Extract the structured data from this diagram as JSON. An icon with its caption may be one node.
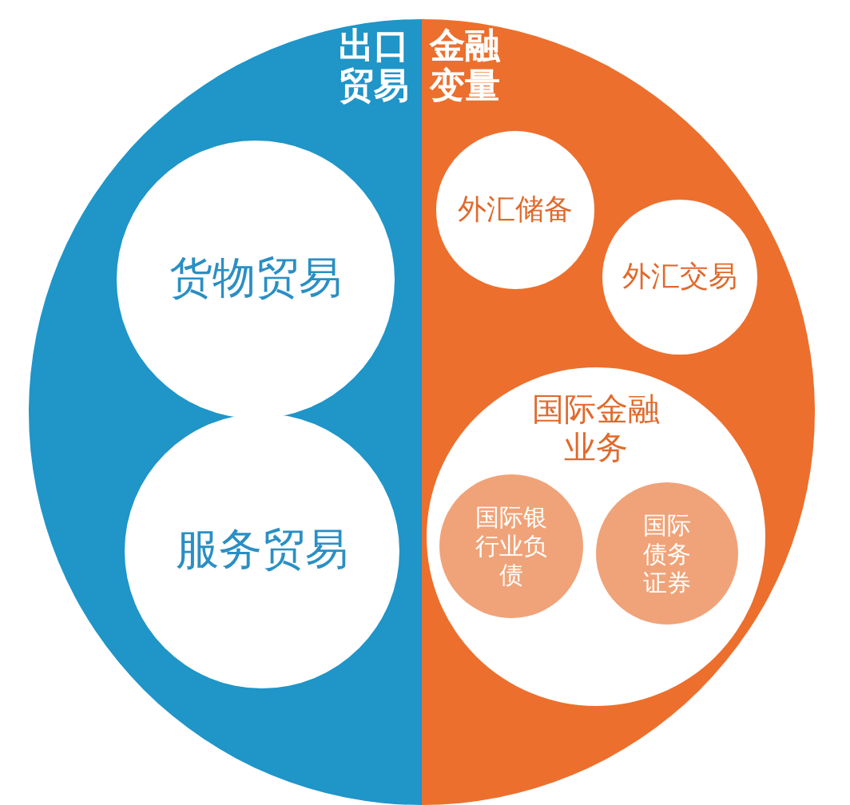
{
  "diagram": {
    "nodes": [
      {
        "text": [
          "出口贸易"
        ]
      },
      {
        "text": [
          "货物贸易"
        ],
        "in": 0
      },
      {
        "text": [
          "服务贸易"
        ],
        "in": 0
      },
      {
        "text": [
          "金融变量"
        ]
      },
      {
        "text": [
          "外汇储备"
        ],
        "in": 3
      },
      {
        "text": [
          "外汇交易"
        ],
        "in": 3
      },
      {
        "text": [
          "国际金融业务"
        ],
        "in": 3
      },
      {
        "text": [
          "国际银行业负债"
        ],
        "in": 6
      },
      {
        "text": [
          "国际债务证券"
        ],
        "in": 6
      }
    ]
  }
}
